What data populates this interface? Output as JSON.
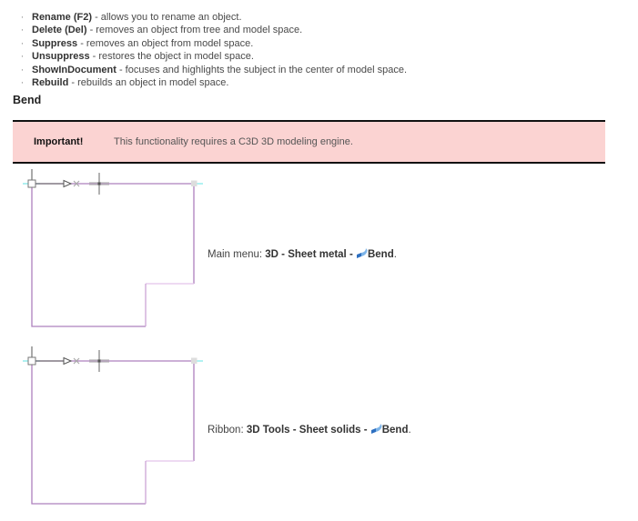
{
  "list": {
    "items": [
      {
        "term": "Rename (F2)",
        "desc": " - allows you to rename an object."
      },
      {
        "term": "Delete (Del)",
        "desc": " - removes an object from tree and model space."
      },
      {
        "term": "Suppress",
        "desc": " - removes an object from model space."
      },
      {
        "term": "Unsuppress",
        "desc": " - restores the object in model space."
      },
      {
        "term": "ShowInDocument",
        "desc": " - focuses and highlights the subject in the center of model space."
      },
      {
        "term": "Rebuild",
        "desc": " - rebuilds an object in model space."
      }
    ],
    "bullet_glyph": "·"
  },
  "heading": "Bend",
  "banner": {
    "label": "Important!",
    "text": "This functionality requires a C3D 3D modeling engine.",
    "bg": "#fbd3d2",
    "border": "#111111"
  },
  "figures": [
    {
      "caption_prefix": "Main menu: ",
      "caption_path": "3D - Sheet metal - ",
      "caption_command": "Bend",
      "caption_end": "."
    },
    {
      "caption_prefix": "Ribbon: ",
      "caption_path": "3D Tools - Sheet solids - ",
      "caption_command": "Bend",
      "caption_end": "."
    }
  ],
  "diagram": {
    "outline_color": "#ad80bd",
    "notch_h_color": "#e3c4e9",
    "notch_v_color": "#cda3d6",
    "axis_color": "#555555",
    "marker_color": "#999999",
    "tick_color": "#7de8e8",
    "corner_fill": "#dddddd",
    "icons": [
      "origin-marker",
      "x-axis-arrow",
      "point-marker",
      "endpoint-marker"
    ]
  },
  "icon_colors": {
    "bend_dark": "#2d6fc0",
    "bend_light": "#7db4e8"
  }
}
